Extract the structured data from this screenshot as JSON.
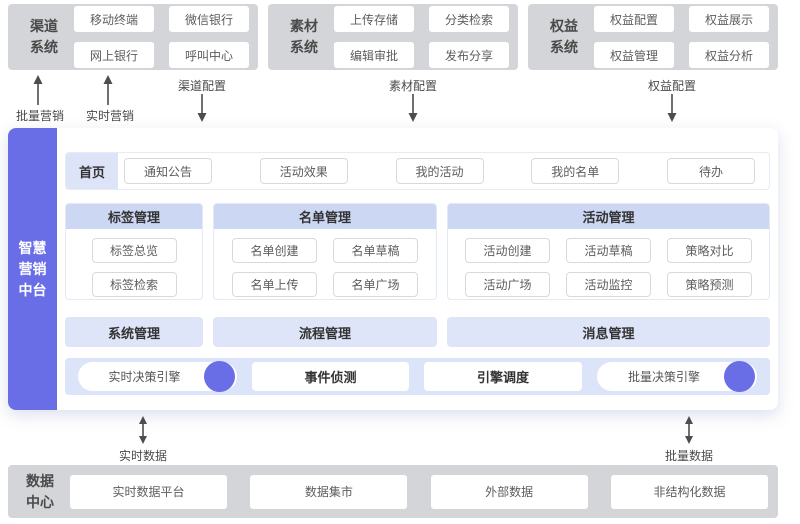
{
  "top_systems": [
    {
      "name": "渠道系统",
      "items": [
        "移动终端",
        "微信银行",
        "网上银行",
        "呼叫中心"
      ]
    },
    {
      "name": "素材系统",
      "items": [
        "上传存储",
        "分类检索",
        "编辑审批",
        "发布分享"
      ]
    },
    {
      "name": "权益系统",
      "items": [
        "权益配置",
        "权益展示",
        "权益管理",
        "权益分析"
      ]
    }
  ],
  "flows": {
    "up_labels": [
      "批量营销",
      "实时营销"
    ],
    "config_labels": [
      "渠道配置",
      "素材配置",
      "权益配置"
    ],
    "data_labels": [
      "实时数据",
      "批量数据"
    ]
  },
  "platform": {
    "title": "智慧营销中台",
    "home": {
      "label": "首页",
      "items": [
        "通知公告",
        "活动效果",
        "我的活动",
        "我的名单",
        "待办"
      ]
    },
    "sections": [
      {
        "title": "标签管理",
        "items": [
          "标签总览",
          "标签检索"
        ]
      },
      {
        "title": "名单管理",
        "items": [
          "名单创建",
          "名单草稿",
          "名单上传",
          "名单广场"
        ]
      },
      {
        "title": "活动管理",
        "items": [
          "活动创建",
          "活动草稿",
          "策略对比",
          "活动广场",
          "活动监控",
          "策略预测"
        ]
      }
    ],
    "bars": [
      "系统管理",
      "流程管理",
      "消息管理"
    ],
    "engines": [
      {
        "label": "实时决策引擎"
      },
      {
        "label": "事件侦测"
      },
      {
        "label": "引擎调度"
      },
      {
        "label": "批量决策引擎"
      }
    ]
  },
  "data_center": {
    "name": "数据中心",
    "items": [
      "实时数据平台",
      "数据集市",
      "外部数据",
      "非结构化数据"
    ]
  },
  "colors": {
    "accent_purple": "#6a6ee6",
    "panel_gray": "#d3d5d8",
    "section_header_lavender": "#ccd7f3",
    "strip_lavender": "#dce4fa",
    "bar_lavender": "#dee5f8",
    "arrow_gray": "#4d4d4d"
  }
}
